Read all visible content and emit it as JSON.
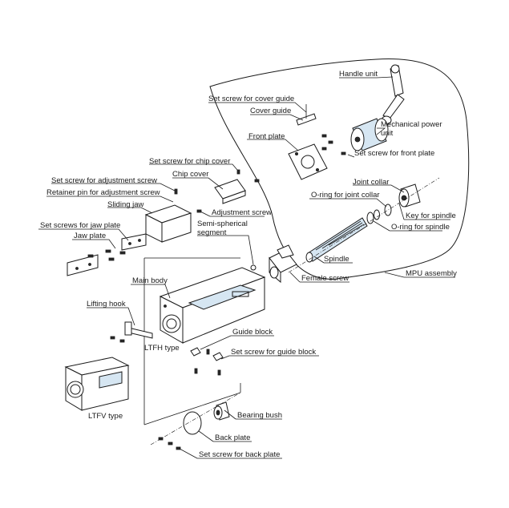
{
  "labels": {
    "handle_unit": "Handle unit",
    "set_screw_cover_guide": "Set screw for cover guide",
    "cover_guide": "Cover guide",
    "mechanical_power_unit_1": "Mechanical power",
    "mechanical_power_unit_2": "unit",
    "front_plate": "Front plate",
    "set_screw_front_plate": "Set screw for front plate",
    "set_screw_chip_cover": "Set screw for chip cover",
    "chip_cover": "Chip cover",
    "set_screw_adjustment_screw": "Set screw for adjustment screw",
    "retainer_pin": "Retainer pin for adjustment screw",
    "sliding_jaw": "Sliding jaw",
    "adjustment_screw": "Adjustment screw",
    "joint_collar": "Joint collar",
    "o_ring_joint_collar": "O-ring for joint collar",
    "key_for_spindle": "Key for spindle",
    "o_ring_spindle": "O-ring for spindle",
    "set_screws_jaw_plate": "Set screws for jaw plate",
    "semi_spherical_1": "Semi-spherical",
    "semi_spherical_2": "segment",
    "jaw_plate": "Jaw plate",
    "spindle": "Spindle",
    "mpu_assembly": "MPU assembly",
    "main_body": "Main body",
    "female_screw": "Female screw",
    "lifting_hook": "Lifting hook",
    "ltfh_type": "LTFH type",
    "guide_block": "Guide block",
    "set_screw_guide_block": "Set screw for guide block",
    "ltfv_type": "LTFV type",
    "bearing_bush": "Bearing bush",
    "back_plate": "Back plate",
    "set_screw_back_plate": "Set screw for back plate"
  },
  "colors": {
    "line": "#1a1a1a",
    "part_shade": "#d6e6f2",
    "background": "#ffffff"
  }
}
